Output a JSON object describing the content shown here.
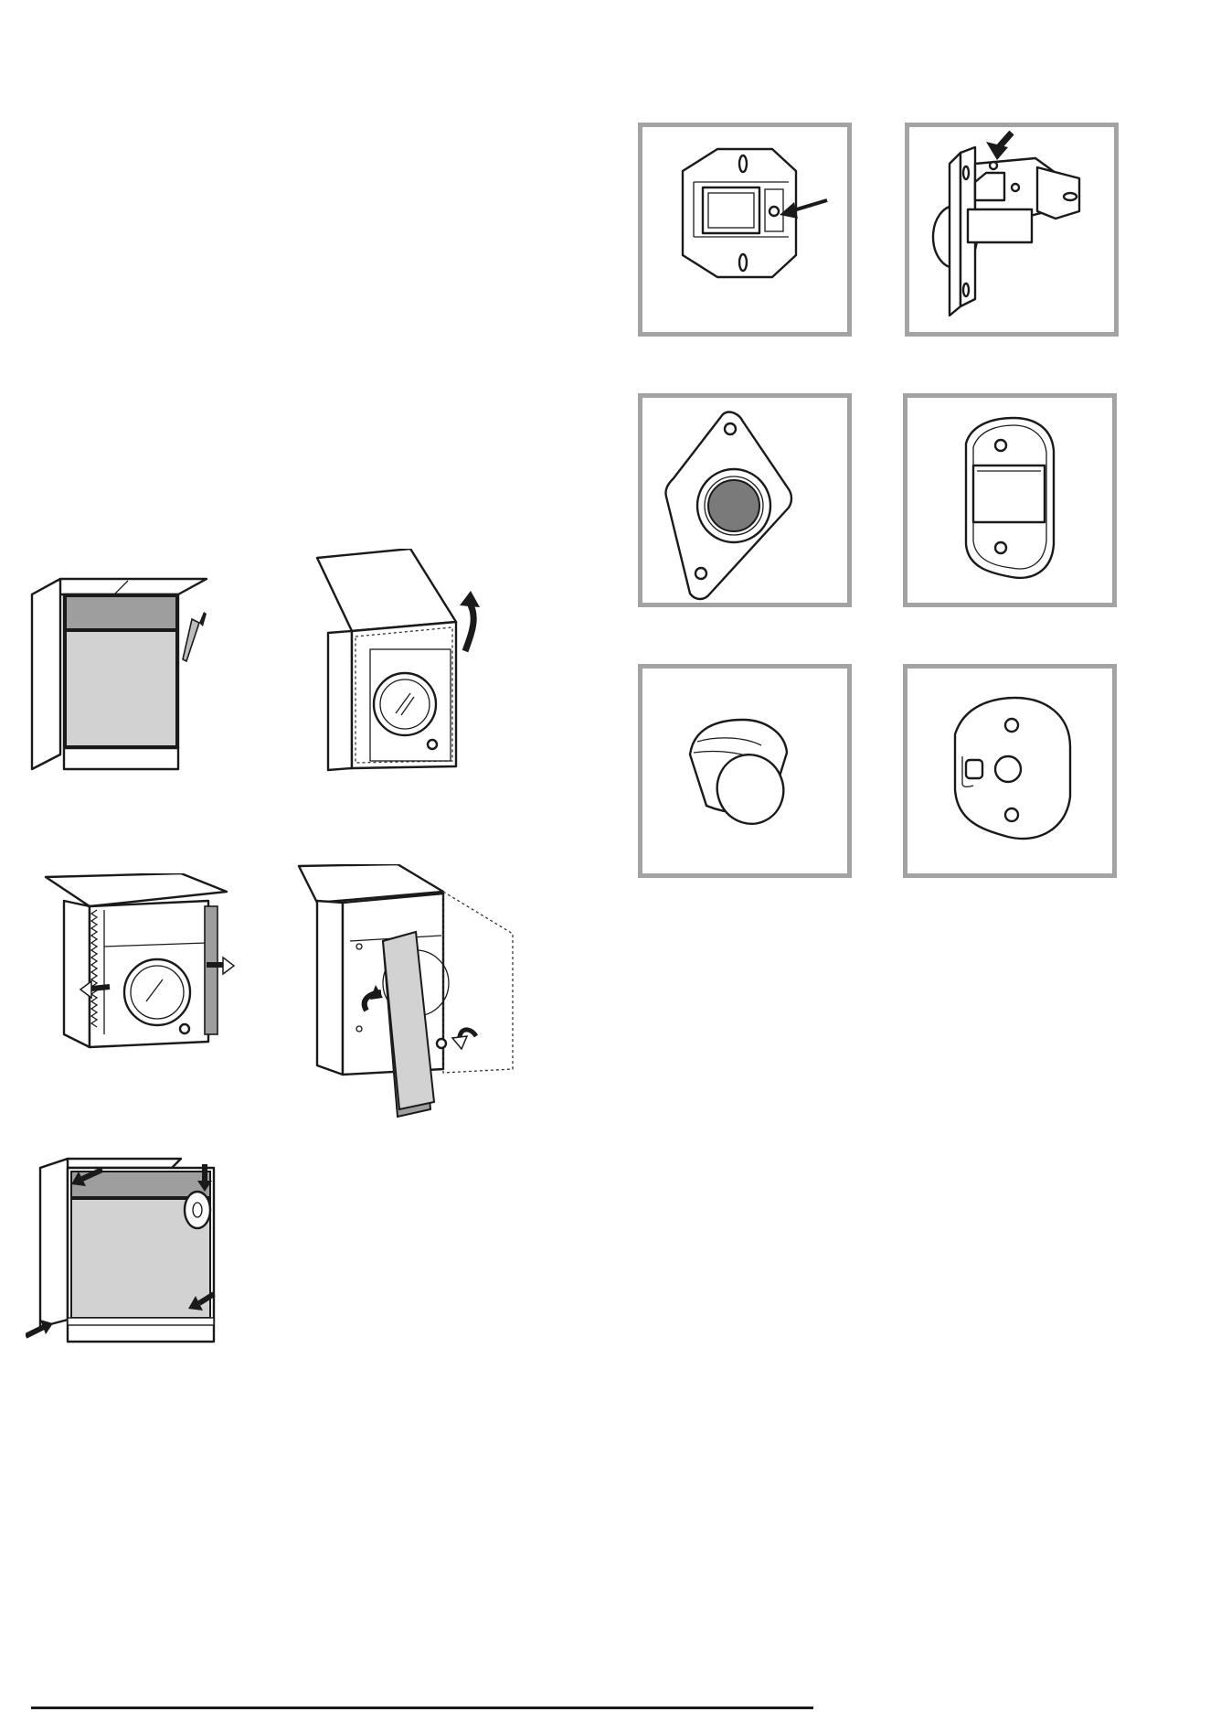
{
  "page": {
    "background": "#ffffff",
    "frame_color": "#a3a3a3",
    "panel_gray": "#d2d2d2",
    "dark_gray": "#9e9e9e"
  },
  "illustrations": {
    "left_column": [
      "appliance-front-panel-with-knife",
      "appliance-lift-top-sheet",
      "appliance-remove-side-strips",
      "appliance-open-door-panel",
      "appliance-tape-edges"
    ],
    "right_grid": [
      "door-hinge-plate",
      "door-hinge-latch",
      "diamond-magnet-plate",
      "oval-square-plate",
      "cylinder-knob",
      "oval-hole-plate"
    ]
  }
}
